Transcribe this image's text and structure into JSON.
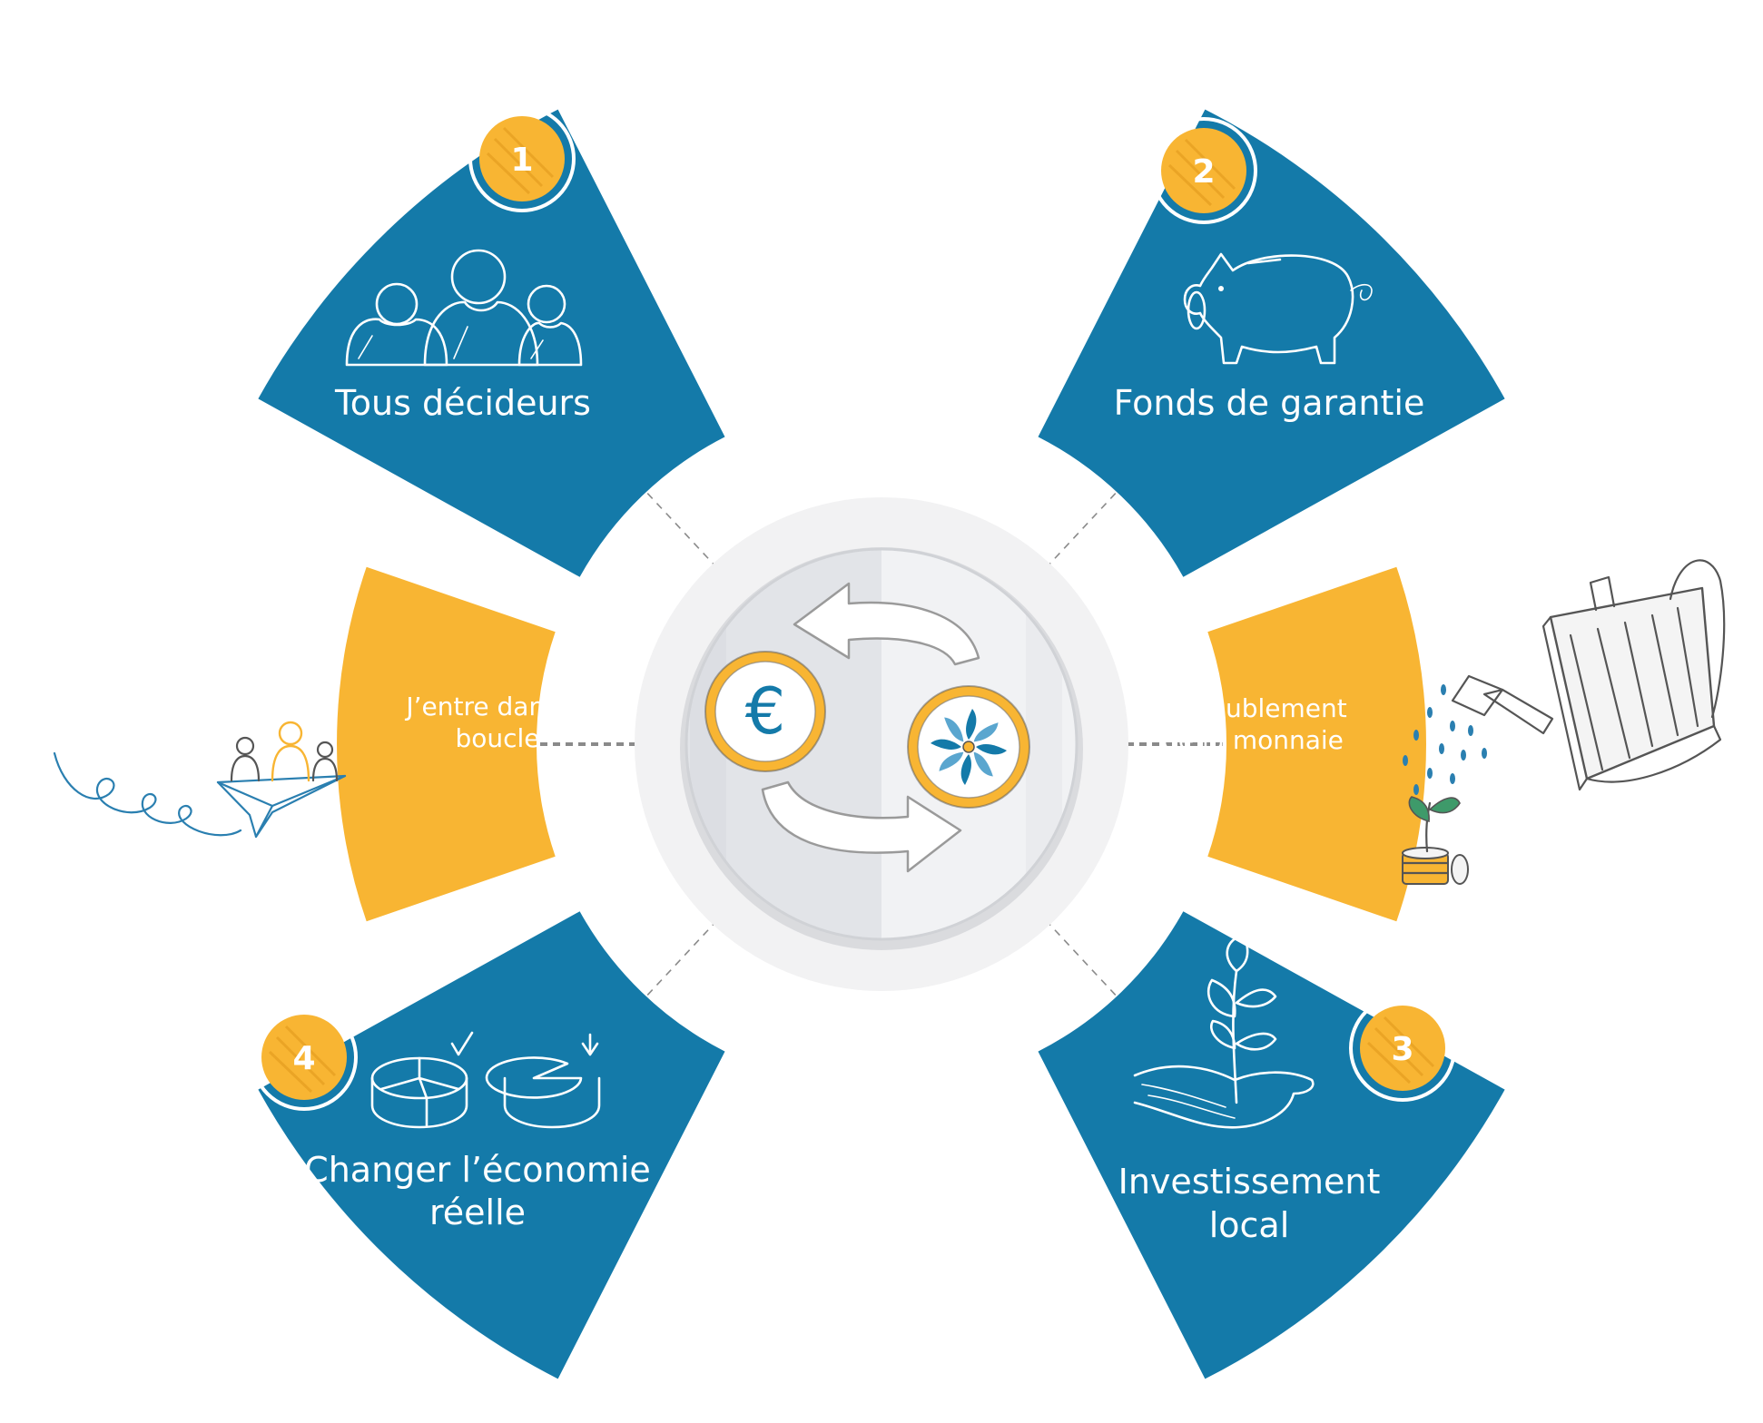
{
  "colors": {
    "blue": "#147aa9",
    "yellow": "#f8b533",
    "white": "#ffffff",
    "dash": "#8a8a8a",
    "hub_outer": "#f2f2f3",
    "hub_left": "#e2e4e8",
    "hub_right": "#f1f2f4",
    "arrow_stroke": "#9a9a9a"
  },
  "steps": [
    {
      "number": "1",
      "label_lines": [
        "Tous décideurs"
      ],
      "icon": "people-icon"
    },
    {
      "number": "2",
      "label_lines": [
        "Fonds de garantie"
      ],
      "icon": "piggy-bank-icon"
    },
    {
      "number": "3",
      "label_lines": [
        "Investissement",
        "local"
      ],
      "icon": "hand-plant-icon"
    },
    {
      "number": "4",
      "label_lines": [
        "Changer l’économie",
        "réelle"
      ],
      "icon": "pie-charts-icon"
    }
  ],
  "side_labels": {
    "left": [
      "J’entre dans la",
      "boucle"
    ],
    "right": [
      "Dédoublement",
      "de la monnaie"
    ]
  },
  "hub": {
    "euro_coin_symbol": "€",
    "icons": [
      "cycle-arrows-icon",
      "euro-coin-icon",
      "local-currency-coin-icon"
    ]
  },
  "outer_icons": [
    "paper-plane-icon",
    "watering-can-icon",
    "sprout-coins-icon"
  ]
}
